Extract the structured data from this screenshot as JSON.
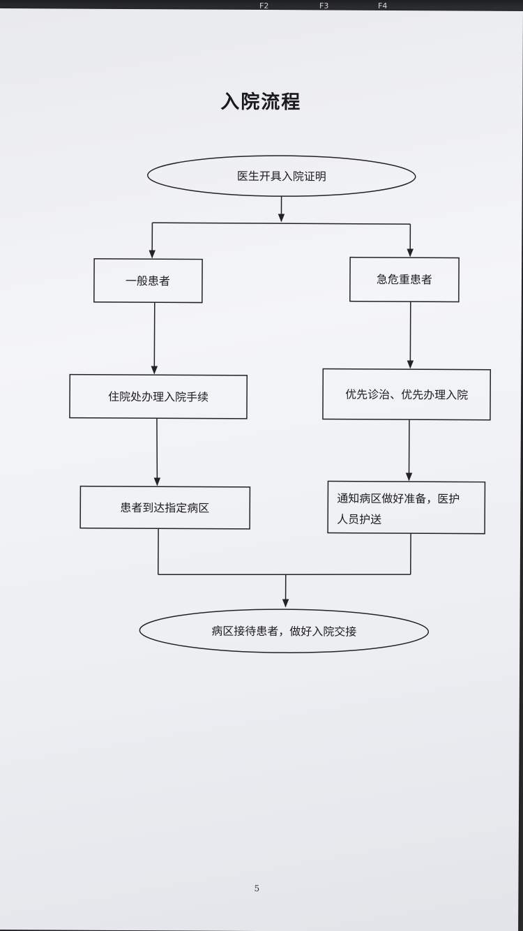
{
  "document": {
    "title": "入院流程",
    "page_number": "5"
  },
  "keyboard": {
    "keys": [
      "F2",
      "F3",
      "F4"
    ]
  },
  "flowchart": {
    "start": "医生开具入院证明",
    "branches": {
      "general": {
        "category": "一般患者",
        "step1": "住院处办理入院手续",
        "step2": "患者到达指定病区"
      },
      "critical": {
        "category": "急危重患者",
        "step1": "优先诊治、优先办理入院",
        "step2_line1": "通知病区做好准备，医护",
        "step2_line2": "人员护送"
      }
    },
    "end": "病区接待患者，做好入院交接"
  },
  "colors": {
    "paper": "#f1f2f5",
    "ink": "#1c1c1c"
  }
}
